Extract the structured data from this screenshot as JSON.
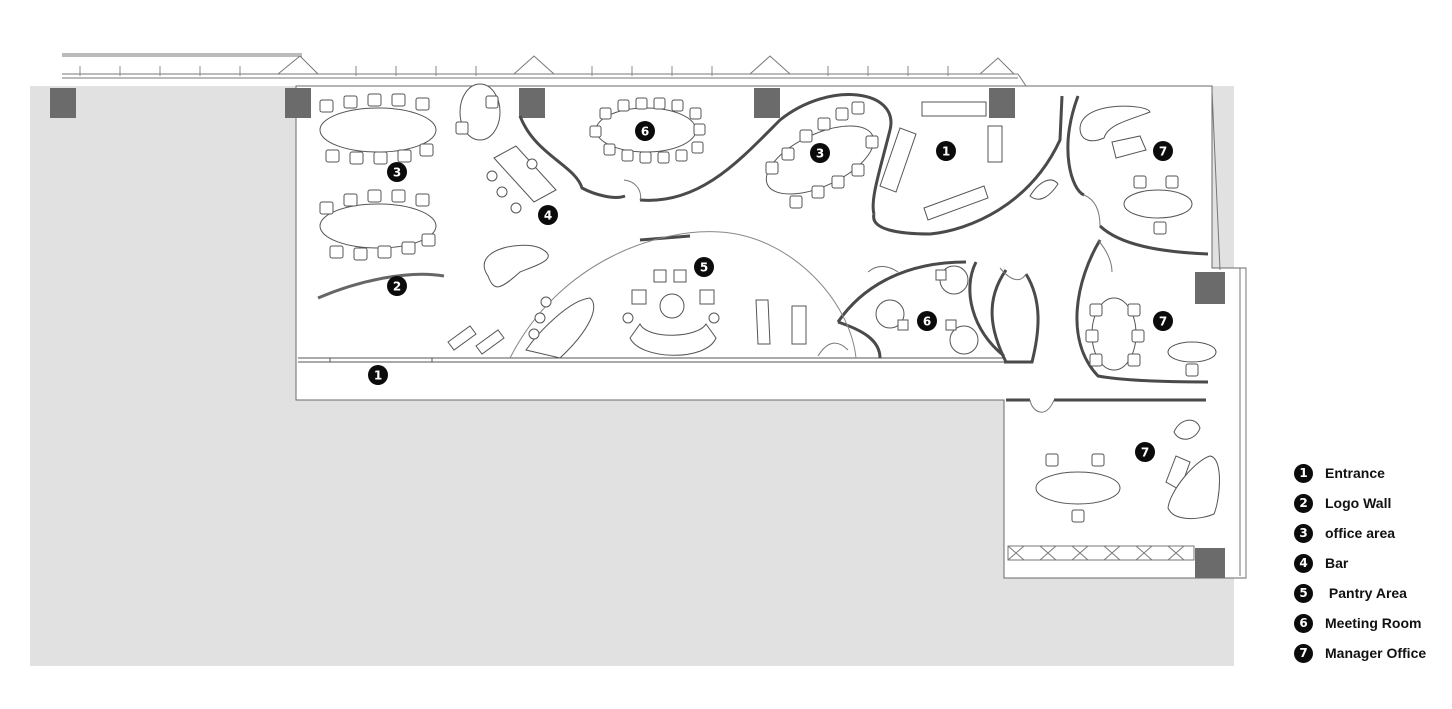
{
  "colors": {
    "outside": "#e1e1e1",
    "floor": "#ffffff",
    "column": "#6b6b6b",
    "wall": "#4a4a4a",
    "line": "#555555",
    "marker": "#0b0b0b"
  },
  "map_markers": [
    "1",
    "3",
    "3",
    "6",
    "4",
    "5",
    "2",
    "6",
    "1",
    "7",
    "7",
    "7"
  ],
  "legend": [
    {
      "number": "1",
      "label": "Entrance"
    },
    {
      "number": "2",
      "label": "Logo Wall"
    },
    {
      "number": "3",
      "label": "office area"
    },
    {
      "number": "4",
      "label": "Bar"
    },
    {
      "number": "5",
      "label": " Pantry Area"
    },
    {
      "number": "6",
      "label": "Meeting Room"
    },
    {
      "number": "7",
      "label": "Manager Office"
    }
  ]
}
